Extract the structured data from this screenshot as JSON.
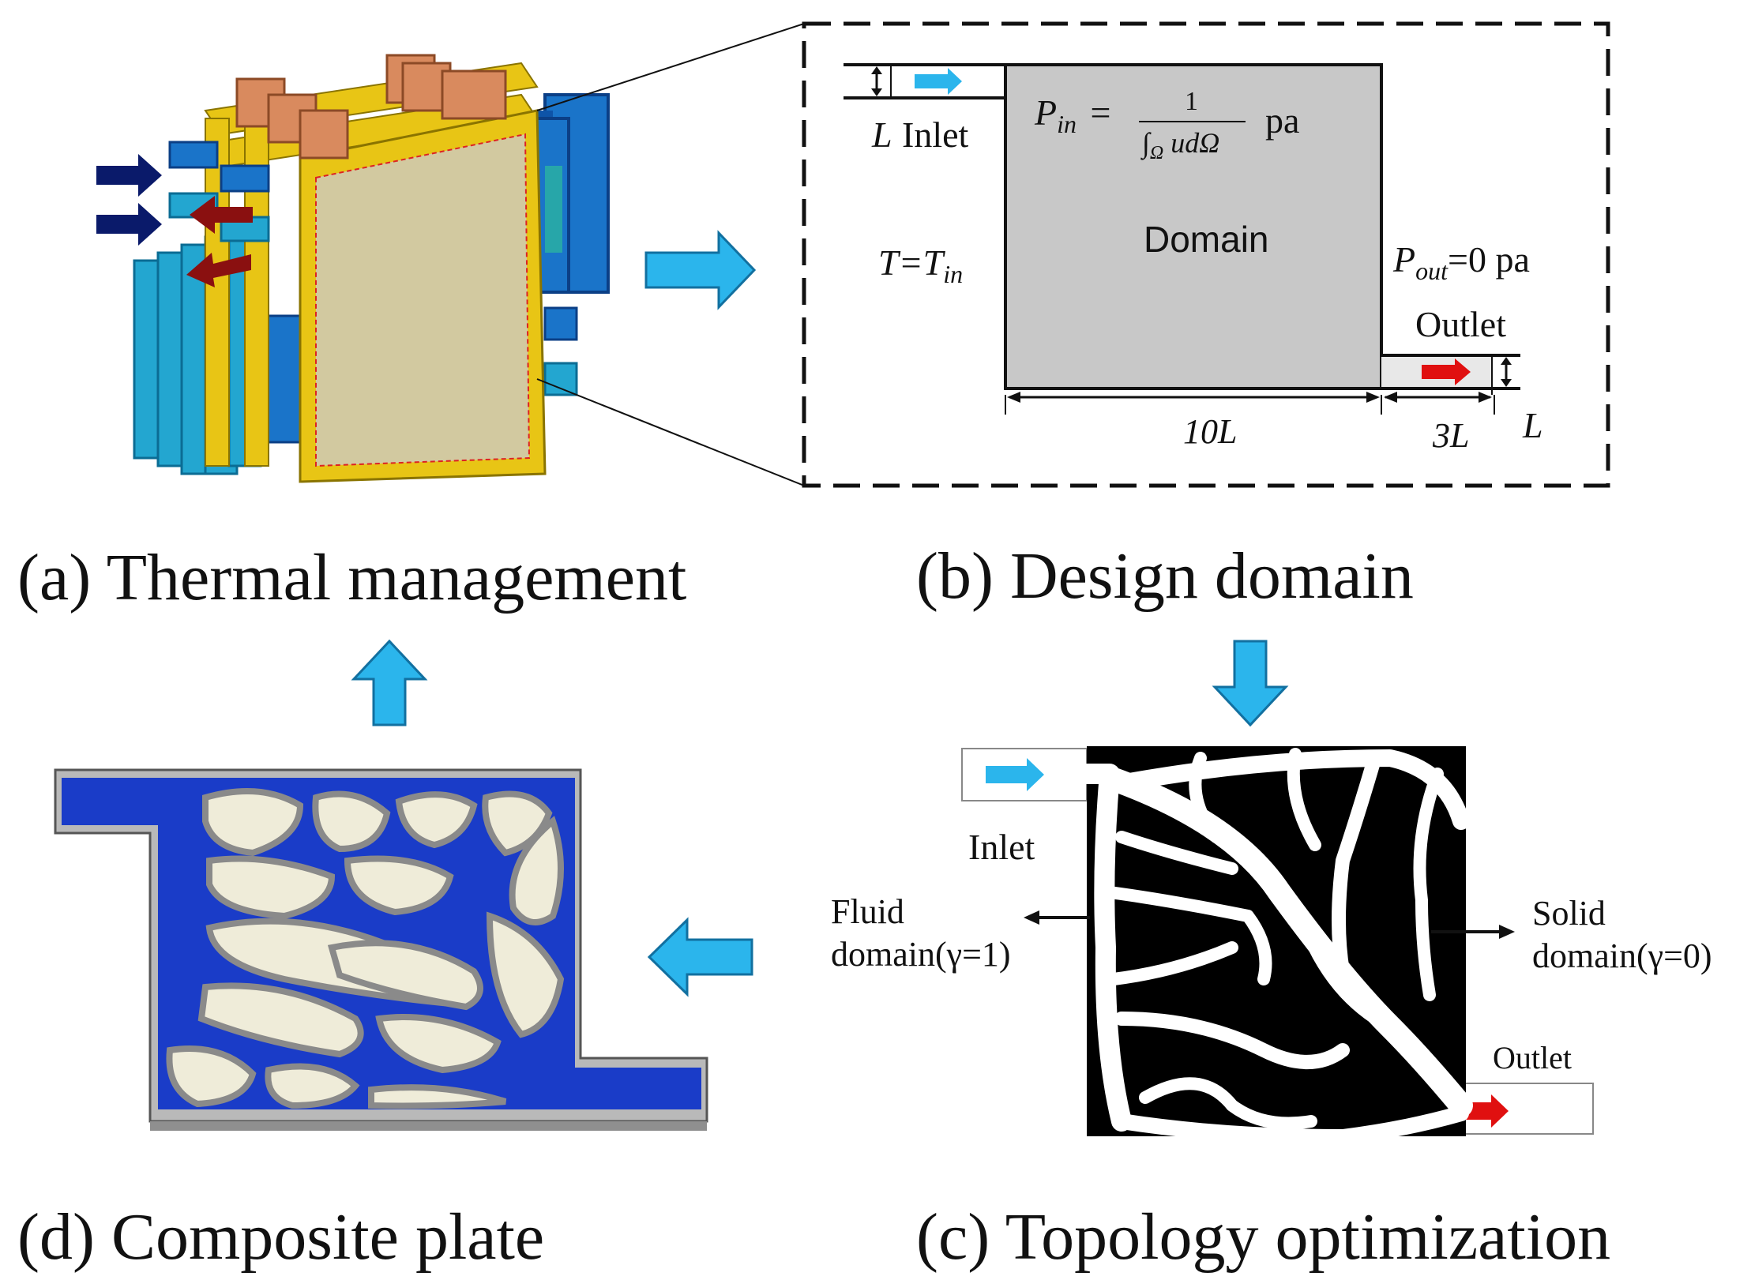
{
  "captions": {
    "a": "(a) Thermal management",
    "b": "(b) Design domain",
    "c": "(c) Topology optimization",
    "d": "(d) Composite plate"
  },
  "design_domain": {
    "inlet_label": "Inlet",
    "inlet_L": "L",
    "pin_lhs_main": "P",
    "pin_lhs_sub": "in",
    "pin_eq": "=",
    "pin_numerator": "1",
    "pin_denominator": "∫",
    "pin_denominator_sub": "Ω",
    "pin_denominator_rest": "udΩ",
    "pin_unit": "pa",
    "domain_label": "Domain",
    "t_main": "T=T",
    "t_sub": "in",
    "pout_main": "P",
    "pout_sub": "out",
    "pout_rest": "=0 pa",
    "outlet_label": "Outlet",
    "dim_10L": "10L",
    "dim_3L": "3L",
    "dim_L_right": "L"
  },
  "topology": {
    "inlet_label": "Inlet",
    "outlet_label": "Outlet",
    "fluid_line1": "Fluid",
    "fluid_line2": "domain(γ=1)",
    "solid_line1": "Solid",
    "solid_line2": "domain(γ=0)"
  },
  "colors": {
    "flow_arrow": "#2bb5ec",
    "inlet_arrow_dark": "#0a1a6a",
    "outlet_arrow": "#e01010",
    "domain_fill": "#c8c8c8",
    "channel_blue": "#1a3cc8",
    "island_fill": "#efecd9",
    "plate_fill": "#d2c9a0",
    "frame_yellow": "#e8c515",
    "fin_blue": "#1a74c9",
    "fin_cyan": "#23a6d0",
    "battery_copper": "#d98a5e"
  },
  "icons": [
    "flow-arrow-right-icon",
    "flow-arrow-down-icon",
    "flow-arrow-left-icon",
    "flow-arrow-up-icon",
    "double-arrow-icon"
  ]
}
